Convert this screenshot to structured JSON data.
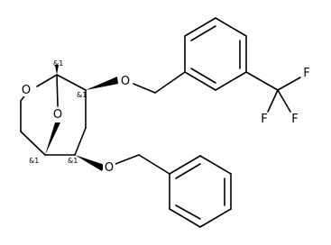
{
  "molecule": {
    "atoms": {
      "O": "O",
      "F": "F"
    },
    "stereo_label": "&1"
  }
}
